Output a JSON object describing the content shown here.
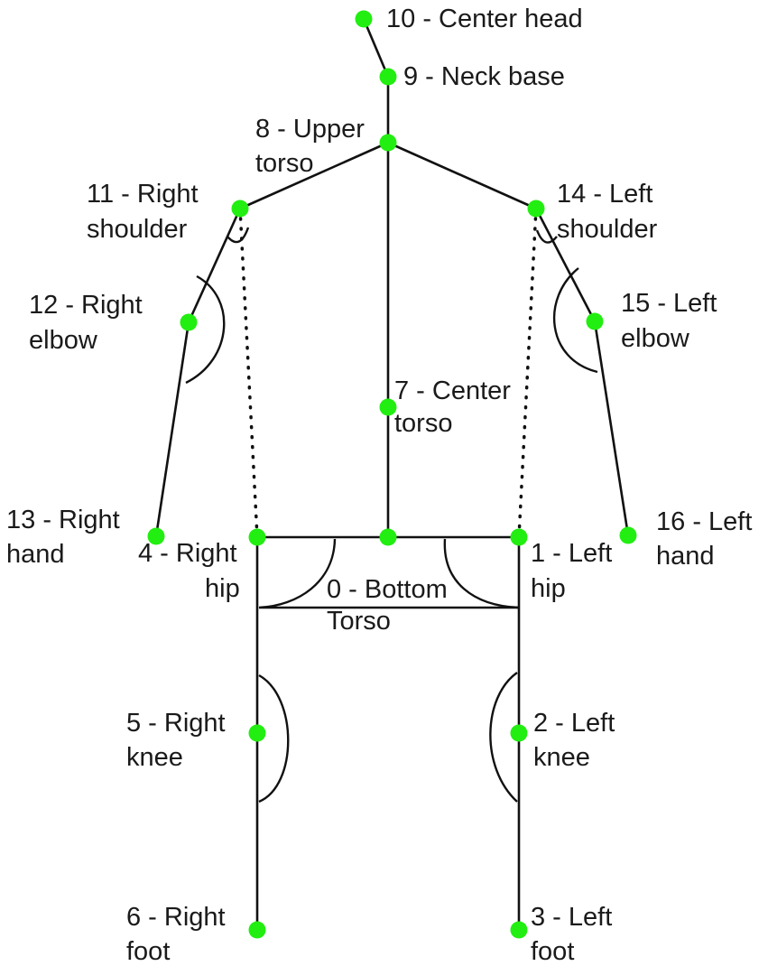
{
  "colors": {
    "joint": "#22ee11",
    "line": "#111111"
  },
  "joints": [
    {
      "id": 0,
      "line1": "0 - Bottom",
      "line2": "Torso"
    },
    {
      "id": 1,
      "line1": "1 - Left",
      "line2": "hip"
    },
    {
      "id": 2,
      "line1": "2 - Left",
      "line2": "knee"
    },
    {
      "id": 3,
      "line1": "3 - Left",
      "line2": "foot"
    },
    {
      "id": 4,
      "line1": "4 - Right",
      "line2": "hip"
    },
    {
      "id": 5,
      "line1": "5 - Right",
      "line2": "knee"
    },
    {
      "id": 6,
      "line1": "6 - Right",
      "line2": "foot"
    },
    {
      "id": 7,
      "line1": "7 - Center",
      "line2": "torso"
    },
    {
      "id": 8,
      "line1": "8 - Upper",
      "line2": "torso"
    },
    {
      "id": 9,
      "line1": "9 - Neck base",
      "line2": ""
    },
    {
      "id": 10,
      "line1": "10 - Center head",
      "line2": ""
    },
    {
      "id": 11,
      "line1": "11 - Right",
      "line2": "shoulder"
    },
    {
      "id": 12,
      "line1": "12 - Right",
      "line2": "elbow"
    },
    {
      "id": 13,
      "line1": "13 - Right",
      "line2": "hand"
    },
    {
      "id": 14,
      "line1": "14 - Left",
      "line2": "shoulder"
    },
    {
      "id": 15,
      "line1": "15 - Left",
      "line2": "elbow"
    },
    {
      "id": 16,
      "line1": "16 - Left",
      "line2": "hand"
    }
  ]
}
